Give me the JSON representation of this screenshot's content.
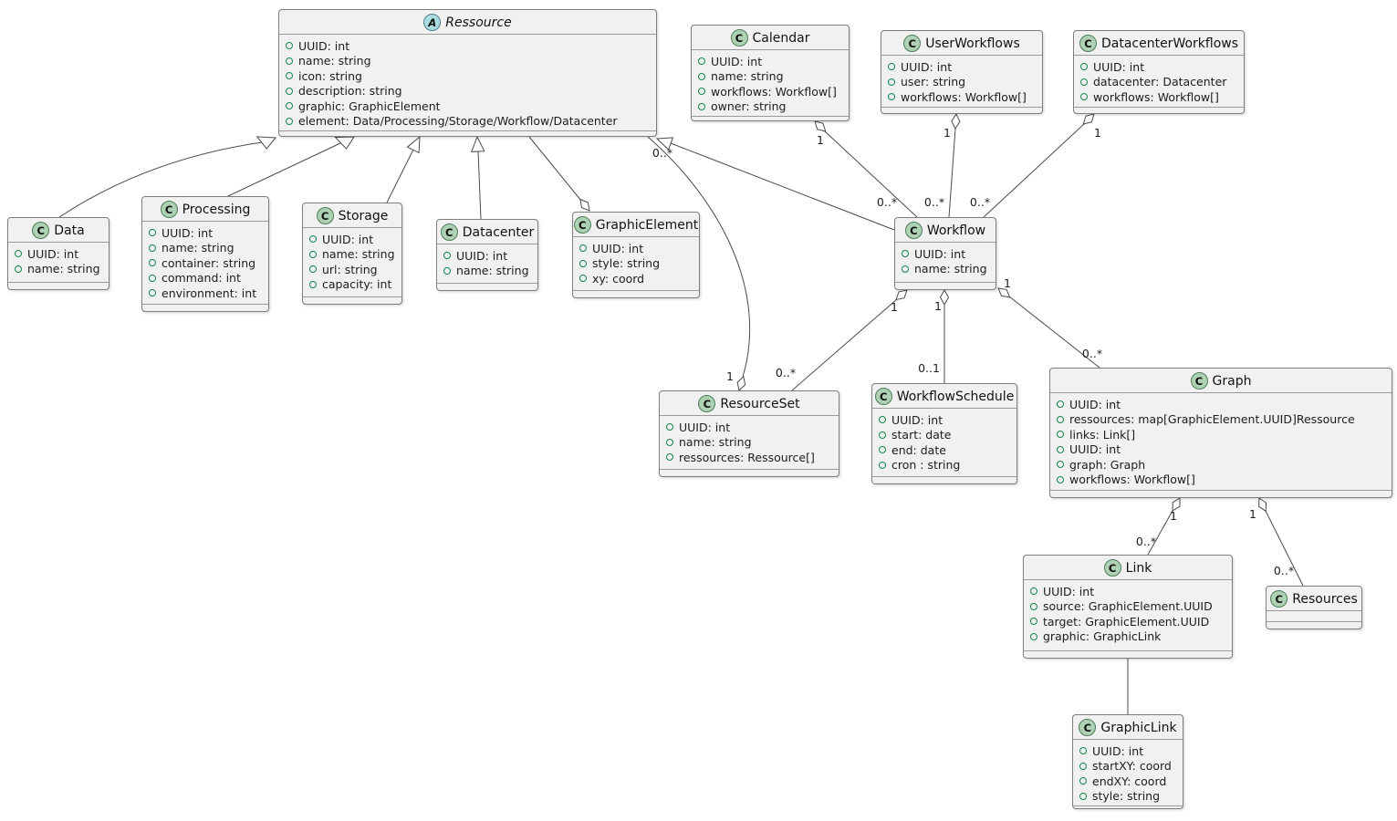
{
  "diagram": {
    "title": "UML class diagram",
    "classes": [
      {
        "id": "ressource",
        "name": "Ressource",
        "kind": "abstract",
        "icon": "A",
        "attributes": [
          "UUID: int",
          "name: string",
          "icon: string",
          "description: string",
          "graphic: GraphicElement",
          "element: Data/Processing/Storage/Workflow/Datacenter"
        ]
      },
      {
        "id": "calendar",
        "name": "Calendar",
        "kind": "class",
        "icon": "C",
        "attributes": [
          "UUID: int",
          "name: string",
          "workflows: Workflow[]",
          "owner: string"
        ]
      },
      {
        "id": "userworkflows",
        "name": "UserWorkflows",
        "kind": "class",
        "icon": "C",
        "attributes": [
          "UUID: int",
          "user: string",
          "workflows: Workflow[]"
        ]
      },
      {
        "id": "datacenterworkflows",
        "name": "DatacenterWorkflows",
        "kind": "class",
        "icon": "C",
        "attributes": [
          "UUID: int",
          "datacenter: Datacenter",
          "workflows: Workflow[]"
        ]
      },
      {
        "id": "data",
        "name": "Data",
        "kind": "class",
        "icon": "C",
        "attributes": [
          "UUID: int",
          "name: string"
        ]
      },
      {
        "id": "processing",
        "name": "Processing",
        "kind": "class",
        "icon": "C",
        "attributes": [
          "UUID: int",
          "name: string",
          "container: string",
          "command: int",
          "environment: int"
        ]
      },
      {
        "id": "storage",
        "name": "Storage",
        "kind": "class",
        "icon": "C",
        "attributes": [
          "UUID: int",
          "name: string",
          "url: string",
          "capacity: int"
        ]
      },
      {
        "id": "datacenter",
        "name": "Datacenter",
        "kind": "class",
        "icon": "C",
        "attributes": [
          "UUID: int",
          "name: string"
        ]
      },
      {
        "id": "graphicelement",
        "name": "GraphicElement",
        "kind": "class",
        "icon": "C",
        "attributes": [
          "UUID: int",
          "style: string",
          "xy: coord"
        ]
      },
      {
        "id": "workflow",
        "name": "Workflow",
        "kind": "class",
        "icon": "C",
        "attributes": [
          "UUID: int",
          "name: string"
        ]
      },
      {
        "id": "resourceset",
        "name": "ResourceSet",
        "kind": "class",
        "icon": "C",
        "attributes": [
          "UUID: int",
          "name: string",
          "ressources: Ressource[]"
        ]
      },
      {
        "id": "workflowschedule",
        "name": "WorkflowSchedule",
        "kind": "class",
        "icon": "C",
        "attributes": [
          "UUID: int",
          "start: date",
          "end: date",
          "cron : string"
        ]
      },
      {
        "id": "graph",
        "name": "Graph",
        "kind": "class",
        "icon": "C",
        "attributes": [
          "UUID: int",
          "ressources: map[GraphicElement.UUID]Ressource",
          "links: Link[]",
          "UUID: int",
          "graph: Graph",
          "workflows: Workflow[]"
        ]
      },
      {
        "id": "link",
        "name": "Link",
        "kind": "class",
        "icon": "C",
        "attributes": [
          "UUID: int",
          "source: GraphicElement.UUID",
          "target: GraphicElement.UUID",
          "graphic: GraphicLink"
        ]
      },
      {
        "id": "resources",
        "name": "Resources",
        "kind": "class",
        "icon": "C",
        "attributes": []
      },
      {
        "id": "graphiclink",
        "name": "GraphicLink",
        "kind": "class",
        "icon": "C",
        "attributes": [
          "UUID: int",
          "startXY: coord",
          "endXY: coord",
          "style: string"
        ]
      }
    ],
    "relations": [
      {
        "from": "Data",
        "to": "Ressource",
        "type": "generalization"
      },
      {
        "from": "Processing",
        "to": "Ressource",
        "type": "generalization"
      },
      {
        "from": "Storage",
        "to": "Ressource",
        "type": "generalization"
      },
      {
        "from": "Datacenter",
        "to": "Ressource",
        "type": "generalization"
      },
      {
        "from": "Workflow",
        "to": "Ressource",
        "type": "generalization"
      },
      {
        "from": "GraphicElement",
        "to": "Ressource",
        "type": "aggregation"
      },
      {
        "from": "Calendar",
        "to": "Workflow",
        "type": "aggregation",
        "from_label": "1",
        "to_label": "0..*"
      },
      {
        "from": "UserWorkflows",
        "to": "Workflow",
        "type": "aggregation",
        "from_label": "1",
        "to_label": "0..*"
      },
      {
        "from": "DatacenterWorkflows",
        "to": "Workflow",
        "type": "aggregation",
        "from_label": "1",
        "to_label": "0..*"
      },
      {
        "from": "ResourceSet",
        "to": "Ressource",
        "type": "aggregation",
        "from_label": "1",
        "to_label": "0..*"
      },
      {
        "from": "Workflow",
        "to": "ResourceSet",
        "type": "aggregation",
        "from_label": "1",
        "to_label": "0..*"
      },
      {
        "from": "Workflow",
        "to": "WorkflowSchedule",
        "type": "aggregation",
        "from_label": "1",
        "to_label": "0..1"
      },
      {
        "from": "Workflow",
        "to": "Graph",
        "type": "aggregation",
        "from_label": "1",
        "to_label": "0..*"
      },
      {
        "from": "Graph",
        "to": "Link",
        "type": "aggregation",
        "from_label": "1",
        "to_label": "0..*"
      },
      {
        "from": "Graph",
        "to": "Resources",
        "type": "aggregation",
        "from_label": "1",
        "to_label": "0..*"
      },
      {
        "from": "Link",
        "to": "GraphicLink",
        "type": "association"
      }
    ],
    "colors": {
      "box_fill": "#f1f1f1",
      "box_border": "#7d7d7d",
      "separator": "#9a9a9a",
      "class_icon_fill": "#ADD1B2",
      "abstract_icon_fill": "#A9DCDF",
      "field_icon_green": "#12874C",
      "edge": "#4a4a4a",
      "text": "#1c1c1c"
    }
  }
}
